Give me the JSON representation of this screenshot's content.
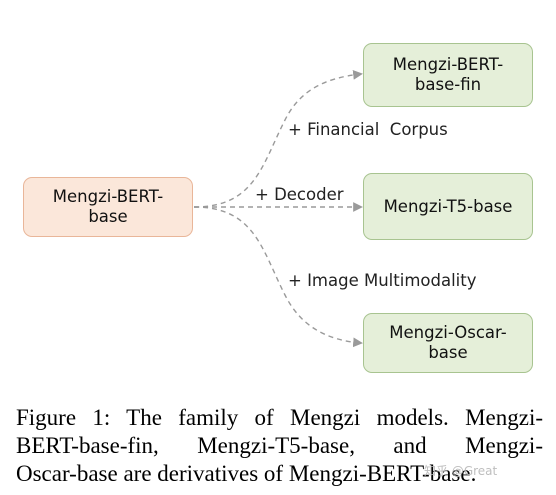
{
  "nodes": {
    "root": "Mengzi-BERT-\nbase",
    "fin": "Mengzi-BERT-\nbase-fin",
    "t5": "Mengzi-T5-base",
    "oscar": "Mengzi-Oscar-\nbase"
  },
  "edges": {
    "fin": "+ Financial  Corpus",
    "decoder": "+ Decoder",
    "image": "+ Image Multimodality"
  },
  "caption": {
    "line1": "Figure 1: The family of Mengzi models. Mengzi-",
    "line2": "BERT-base-fin, Mengzi-T5-base, and Mengzi-",
    "line3": "Oscar-base are derivatives of Mengzi-BERT-base."
  },
  "watermark": "知乎 @Great",
  "colors": {
    "root_fill": "#fbe7da",
    "child_fill": "#e5efd9",
    "edge": "#9a9a9a"
  }
}
